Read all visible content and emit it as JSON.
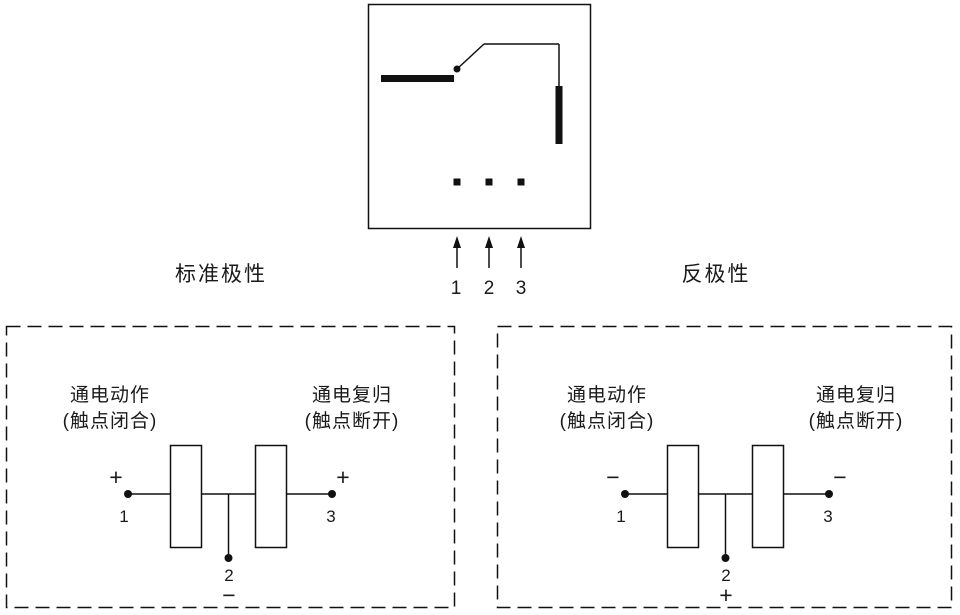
{
  "relay": {
    "pins": [
      "1",
      "2",
      "3"
    ]
  },
  "sections": {
    "left": {
      "title": "标准极性",
      "action_line1": "通电动作",
      "action_line2": "(触点闭合)",
      "reset_line1": "通电复归",
      "reset_line2": "(触点断开)",
      "t1_sign": "+",
      "t1_num": "1",
      "t2_num": "2",
      "t2_sign": "−",
      "t3_sign": "+",
      "t3_num": "3"
    },
    "right": {
      "title": "反极性",
      "action_line1": "通电动作",
      "action_line2": "(触点闭合)",
      "reset_line1": "通电复归",
      "reset_line2": "(触点断开)",
      "t1_sign": "−",
      "t1_num": "1",
      "t2_num": "2",
      "t2_sign": "+",
      "t3_sign": "−",
      "t3_num": "3"
    }
  }
}
